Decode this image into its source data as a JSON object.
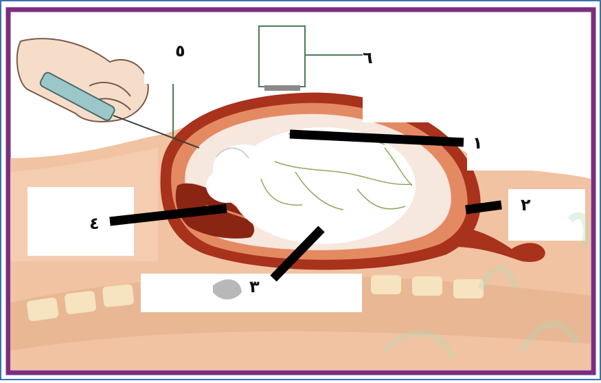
{
  "labels": {
    "l1": "١",
    "l2": "٢",
    "l3": "٣",
    "l4": "٤",
    "l5": "٥",
    "l6": "٦"
  },
  "colors": {
    "frame_outer": "#3a6fb0",
    "frame_inner": "#7a2f80",
    "skin": "#f1c3a2",
    "uterus_wall": "#a8321c",
    "uterus_mid": "#e48a63",
    "amniotic": "#f6e7df",
    "fetus": "#ffffff",
    "vein": "#8aa85a",
    "placenta": "#8a2514",
    "spine": "#f6e3c0",
    "leader": "#000000"
  }
}
